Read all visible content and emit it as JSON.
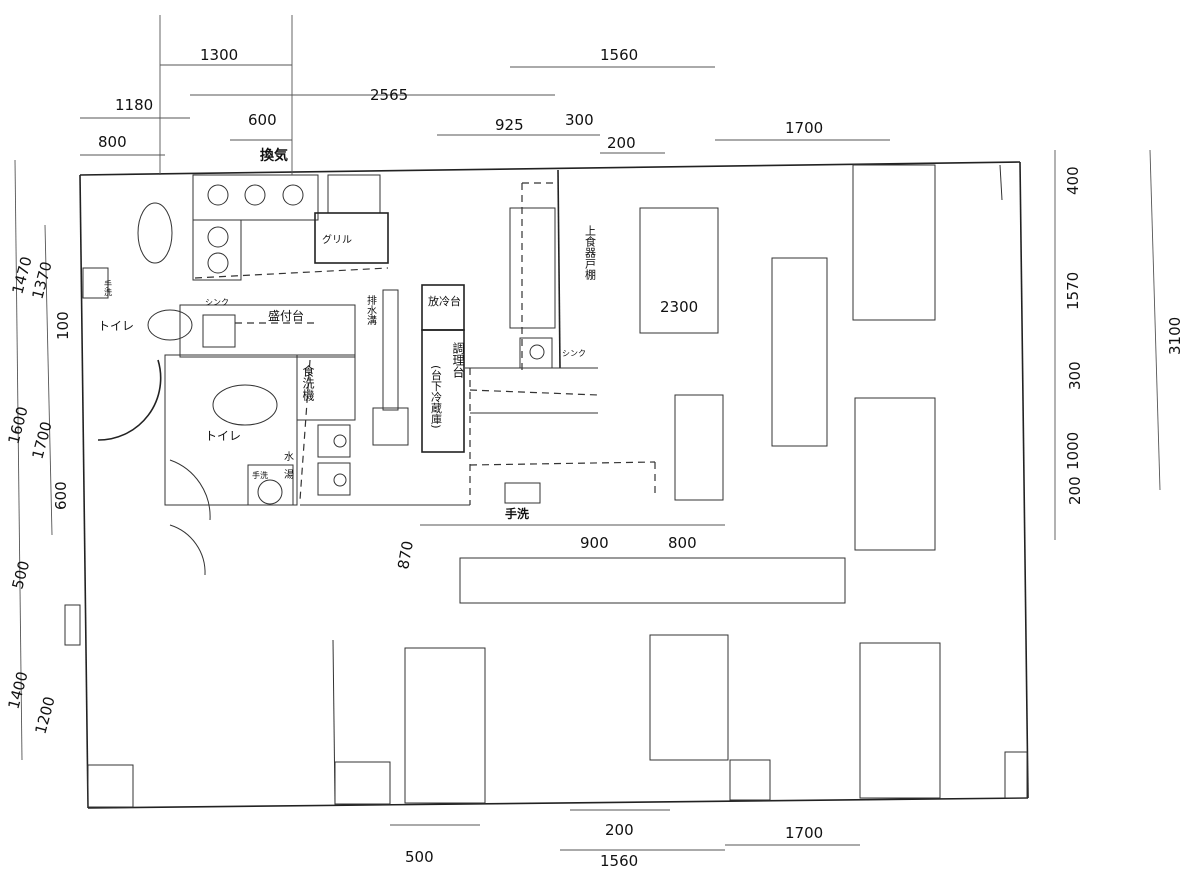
{
  "dimensions": {
    "top": [
      "1300",
      "1560",
      "1180",
      "2565",
      "600",
      "800",
      "925",
      "300",
      "200",
      "1700"
    ],
    "right": [
      "400",
      "1570",
      "300",
      "1000",
      "200",
      "3100"
    ],
    "left": [
      "1470",
      "1370",
      "100",
      "1600",
      "1700",
      "600",
      "500",
      "1400",
      "1200"
    ],
    "bottom": [
      "900",
      "800",
      "870",
      "500",
      "200",
      "1700",
      "1560"
    ],
    "inner": [
      "2300"
    ]
  },
  "labels": {
    "ventilation": "換気",
    "grill": "グリル",
    "upper_cupboard": "上食器戸棚",
    "sink_left": "シンク",
    "sink_right": "シンク",
    "serving_table": "盛付台",
    "drain": "排水溝",
    "cooling_table": "放冷台",
    "cooking_table": "調理台",
    "under_fridge": "(台下冷蔵庫)",
    "dishwasher": "食洗機",
    "toilet_1": "トイレ",
    "toilet_2": "トイレ",
    "handwash_1": "手洗",
    "handwash_2": "手洗",
    "handwash_3": "手洗",
    "water": "水",
    "hot_water": "湯"
  }
}
